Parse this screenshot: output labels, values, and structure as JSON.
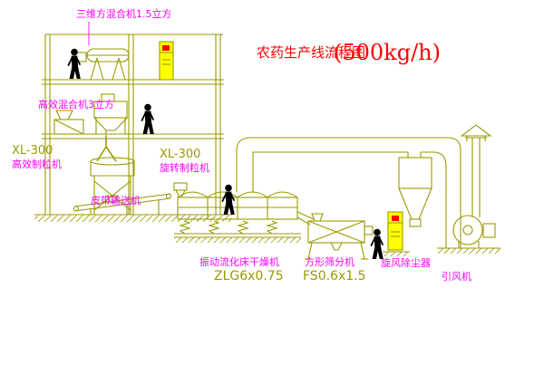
{
  "title": {
    "text": "农药生产线流程图",
    "capacity": "(500kg/h)"
  },
  "labels": {
    "three_d_mixer": "三维方混合机1.5立方",
    "high_efficiency_mixer": "高效混合机3立方",
    "left_granulator_model": "XL-300",
    "left_granulator_name": "高效制粒机",
    "rotary_granulator_model": "XL-300",
    "rotary_granulator_name": "旋转制粒机",
    "belt_conveyor": "皮带输送机",
    "fluid_bed_dryer": "振动流化床干燥机",
    "fluid_bed_dryer_model": "ZLG6x0.75",
    "square_sifter": "方形筛分机",
    "square_sifter_model": "FS0.6x1.5",
    "cyclone": "旋风除尘器",
    "induced_draft_fan": "引风机"
  },
  "colors": {
    "line": "#9a9a00",
    "label": "#ff00ff",
    "title": "#ff0000",
    "cabinet": "#ffff00",
    "indicator": "#ff0000",
    "figure": "#000000",
    "bg": "#ffffff"
  }
}
